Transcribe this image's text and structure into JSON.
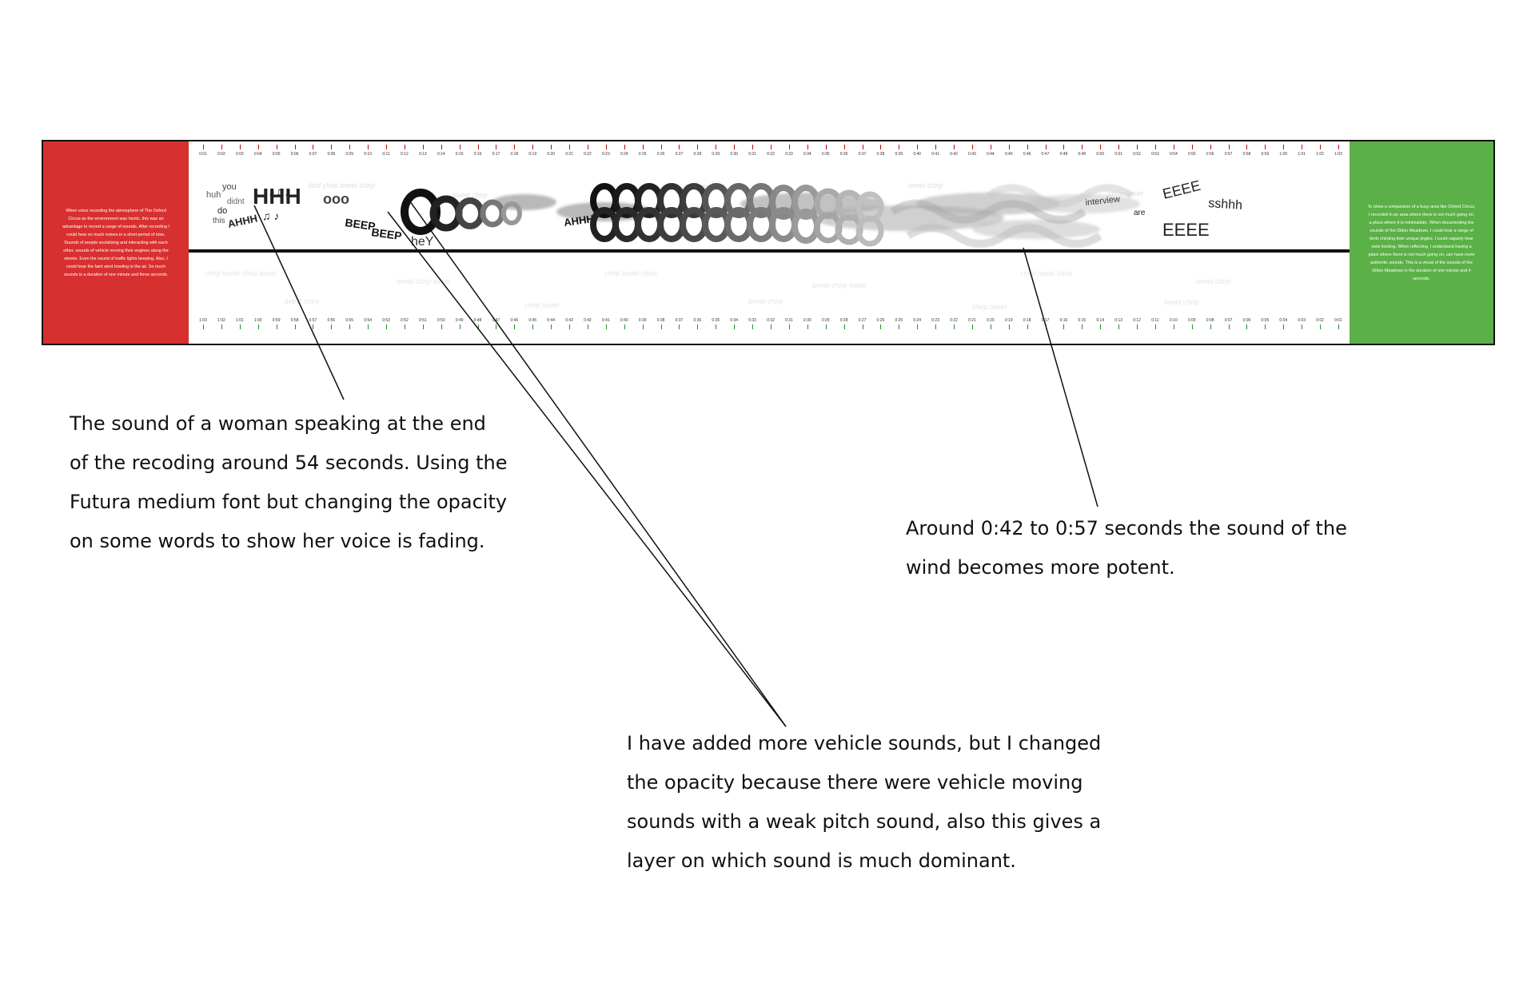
{
  "panels": {
    "left_text": "When voice recording the atmosphere of The Oxford Circus as the environment was hectic, this was an advantage to record a range of sounds. After recording I could hear so much noises in a short period of time. Sounds of people socialising and interacting with each other, sounds of vehicle revving their engines along the streets. Even the sound of traffic lights beeping. Also, I could hear the faint wind howling in the air. So much sounds in a duration of one minute and three seconds.",
    "right_text": "To show a comparison of a busy area like Oxford Circus, I recorded in an area where there is not much going on, a place where it is minimalistic. When documenting the sounds of the Ditton Meadows, I could hear a range of birds chirping their unique jingles. I could vaguely hear owls hooting. When reflecting, I understand having a place where there is not much going on, can have more authentic sounds. This is a visual of the sounds of the Ditton Meadows in the duration of one minute and 4 seconds.",
    "left_color": "#d73030",
    "right_color": "#5bb047"
  },
  "timeline": {
    "top_ticks": [
      "0:01",
      "0:02",
      "0:03",
      "0:04",
      "0:05",
      "0:06",
      "0:07",
      "0:08",
      "0:09",
      "0:10",
      "0:11",
      "0:12",
      "0:13",
      "0:14",
      "0:15",
      "0:16",
      "0:17",
      "0:18",
      "0:19",
      "0:20",
      "0:21",
      "0:22",
      "0:23",
      "0:24",
      "0:25",
      "0:26",
      "0:27",
      "0:28",
      "0:29",
      "0:30",
      "0:31",
      "0:32",
      "0:33",
      "0:34",
      "0:35",
      "0:36",
      "0:37",
      "0:38",
      "0:39",
      "0:40",
      "0:41",
      "0:42",
      "0:43",
      "0:44",
      "0:45",
      "0:46",
      "0:47",
      "0:48",
      "0:49",
      "0:50",
      "0:51",
      "0:52",
      "0:53",
      "0:54",
      "0:55",
      "0:56",
      "0:57",
      "0:58",
      "0:59",
      "1:00",
      "1:01",
      "1:02",
      "1:03"
    ],
    "bottom_ticks": [
      "1:03",
      "1:02",
      "1:01",
      "1:00",
      "0:59",
      "0:58",
      "0:57",
      "0:56",
      "0:55",
      "0:54",
      "0:53",
      "0:52",
      "0:51",
      "0:50",
      "0:49",
      "0:48",
      "0:47",
      "0:46",
      "0:45",
      "0:44",
      "0:43",
      "0:42",
      "0:41",
      "0:40",
      "0:39",
      "0:38",
      "0:37",
      "0:36",
      "0:35",
      "0:34",
      "0:33",
      "0:32",
      "0:31",
      "0:30",
      "0:29",
      "0:28",
      "0:27",
      "0:26",
      "0:25",
      "0:24",
      "0:23",
      "0:22",
      "0:21",
      "0:20",
      "0:19",
      "0:18",
      "0:17",
      "0:16",
      "0:15",
      "0:14",
      "0:13",
      "0:12",
      "0:11",
      "0:10",
      "0:09",
      "0:08",
      "0:07",
      "0:06",
      "0:05",
      "0:04",
      "0:03",
      "0:02",
      "0:01"
    ]
  },
  "art_words": {
    "huh": "huh",
    "you": "you",
    "didnt": "didnt",
    "do": "do",
    "this": "this",
    "ahhh": "AHHH",
    "hhh": "HHH",
    "beep1": "BEEP",
    "beep2": "BEEP",
    "hey": "heY",
    "ahhh2": "AHHH",
    "interview": "interview",
    "are": "are",
    "eeee1": "EEEE",
    "eeee2": "EEEE",
    "sshhh": "sshhh"
  },
  "annotations": {
    "woman": [
      "The sound of a woman speaking at the end",
      "of the recoding around 54 seconds. Using the",
      "Futura medium font but changing the opacity",
      "on some words to show her voice is fading."
    ],
    "wind": [
      "Around 0:42 to 0:57 seconds the sound of the",
      "wind becomes more potent."
    ],
    "vehicle": [
      "I have added more vehicle sounds, but I changed",
      "the opacity because there were vehicle moving",
      "sounds with a weak pitch sound,  also this gives a",
      "layer on which sound is much dominant."
    ]
  }
}
